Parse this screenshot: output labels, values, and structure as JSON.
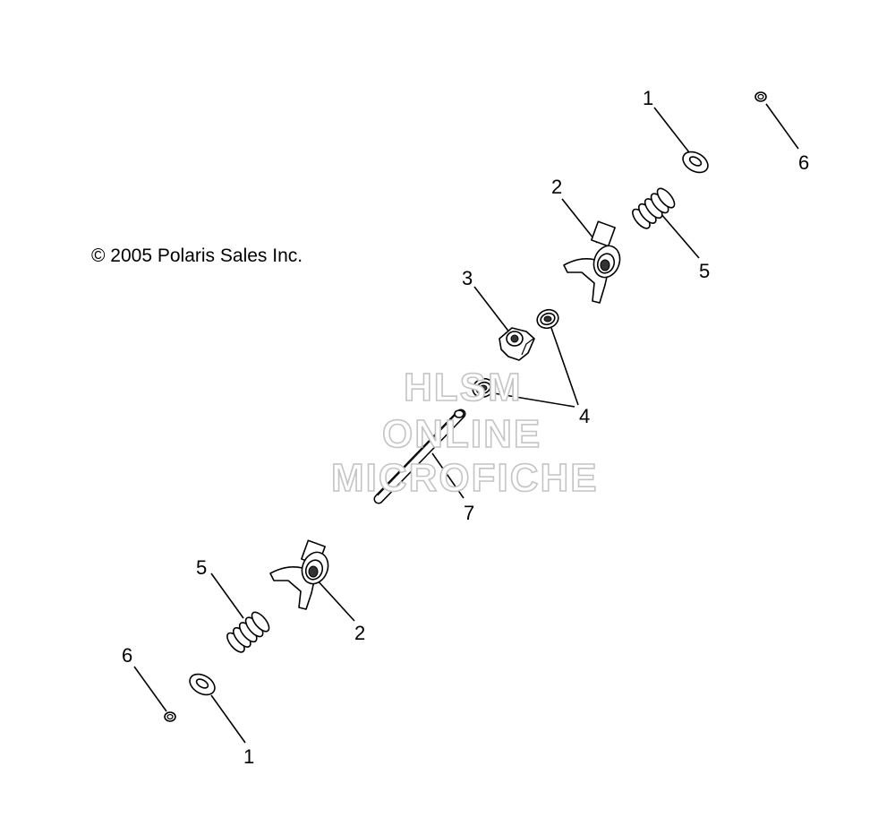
{
  "copyright": "© 2005 Polaris Sales Inc.",
  "watermark": [
    "HLSM",
    "ONLINE",
    "MICROFICHE"
  ],
  "callouts": [
    "1",
    "6",
    "2",
    "5",
    "3",
    "4",
    "7",
    "5",
    "2",
    "6",
    "1"
  ]
}
